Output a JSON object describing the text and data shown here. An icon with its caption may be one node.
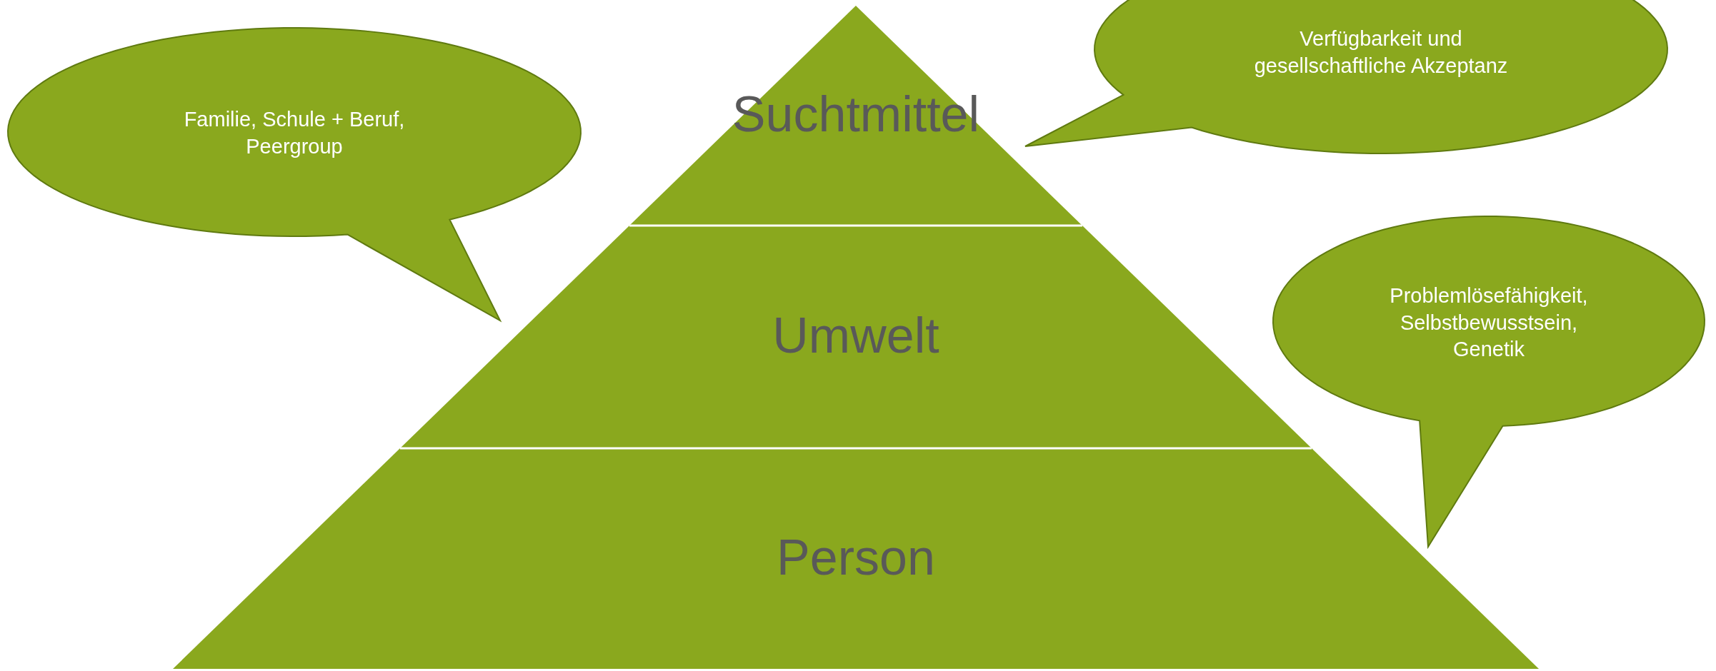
{
  "diagram": {
    "nodes": [
      {
        "text": [
          "Suchtmittel"
        ]
      },
      {
        "text": [
          "Umwelt"
        ]
      },
      {
        "text": [
          "Person"
        ]
      },
      {
        "text": [
          "Familie, Schule + Beruf, Peergroup"
        ]
      },
      {
        "text": [
          "Verfügbarkeit und gesellschaftliche Akzeptanz"
        ]
      },
      {
        "text": [
          "Problemlösefähigkeit, Selbstbewusstsein, Genetik"
        ]
      }
    ]
  }
}
